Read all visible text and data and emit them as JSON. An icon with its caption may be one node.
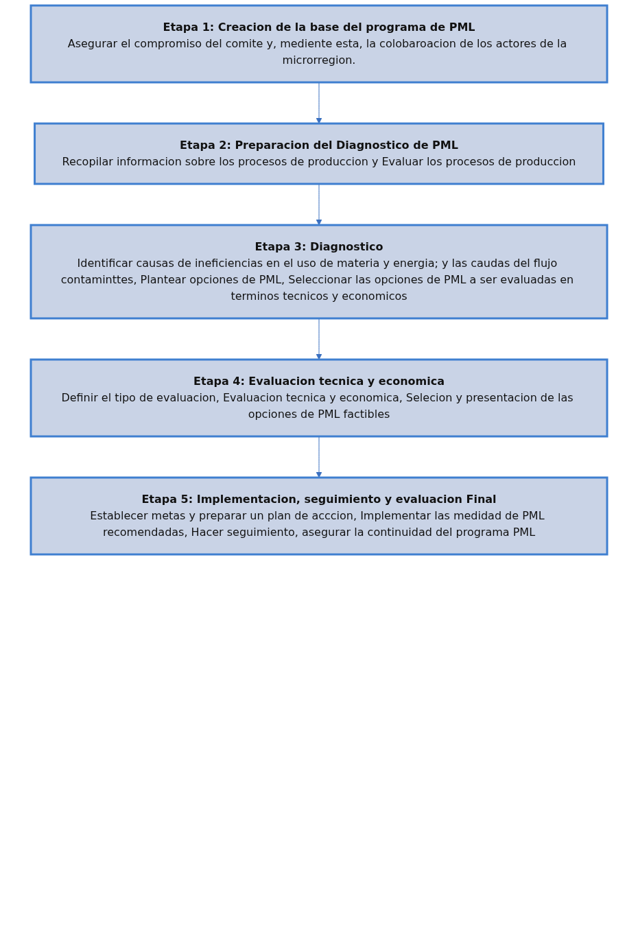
{
  "diagram": {
    "nodes": [
      {
        "text": [
          "Etapa 1: Creacion de la base del programa de PML",
          "Asegurar el compromiso del comite y, mediente esta, la colobaroacion de los actores de la microrregion."
        ]
      },
      {
        "text": [
          "Etapa 2: Preparacion del Diagnostico de PML",
          "Recopilar informacion sobre los procesos de produccion y Evaluar los procesos de produccion"
        ]
      },
      {
        "text": [
          "Etapa 3: Diagnostico",
          "Identificar causas de ineficiencias en el uso de materia y energia; y las caudas del flujo contaminttes, Plantear opciones de PML, Seleccionar las opciones de PML a ser evaluadas en terminos tecnicos y economicos"
        ]
      },
      {
        "text": [
          "Etapa 4: Evaluacion tecnica y economica",
          "Definir el tipo de evaluacion, Evaluacion tecnica y economica, Selecion y presentacion de las opciones de PML factibles"
        ]
      },
      {
        "text": [
          "Etapa 5: Implementacion, seguimiento y evaluacion Final",
          "Establecer metas y preparar un plan de acccion, Implementar las medidad de PML recomendadas, Hacer seguimiento, asegurar la continuidad del programa PML"
        ]
      }
    ],
    "edges": [
      {
        "from": 0,
        "to": 1,
        "arrow": "to"
      },
      {
        "from": 1,
        "to": 2,
        "arrow": "to"
      },
      {
        "from": 2,
        "to": 3,
        "arrow": "to"
      },
      {
        "from": 3,
        "to": 4,
        "arrow": "to"
      }
    ]
  }
}
